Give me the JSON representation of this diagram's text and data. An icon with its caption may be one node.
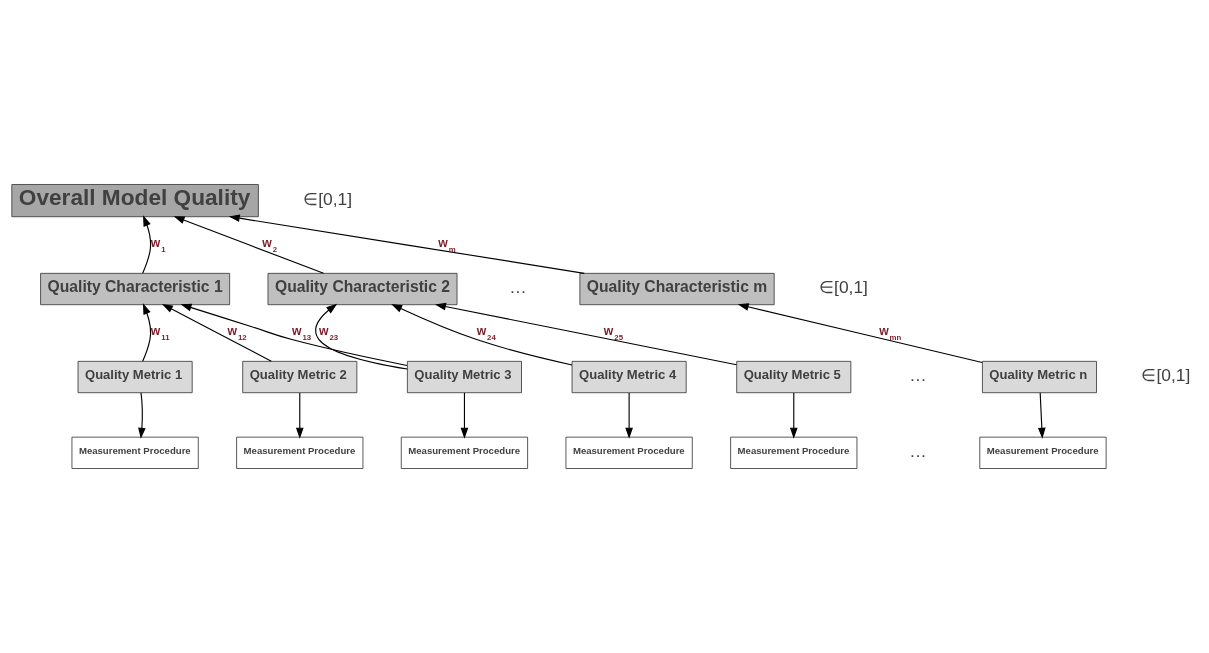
{
  "diagram": {
    "nodes": [
      {
        "text": [
          "Overall Model Quality"
        ]
      },
      {
        "text": [
          "Quality Characteristic 1"
        ]
      },
      {
        "text": [
          "Quality Characteristic 2"
        ]
      },
      {
        "text": [
          "Quality Characteristic m"
        ]
      },
      {
        "text": [
          "Quality Metric 1"
        ]
      },
      {
        "text": [
          "Quality Metric 2"
        ]
      },
      {
        "text": [
          "Quality Metric 3"
        ]
      },
      {
        "text": [
          "Quality Metric 4"
        ]
      },
      {
        "text": [
          "Quality Metric 5"
        ]
      },
      {
        "text": [
          "Quality Metric n"
        ]
      },
      {
        "text": [
          "Measurement Procedure"
        ]
      },
      {
        "text": [
          "Measurement Procedure"
        ]
      },
      {
        "text": [
          "Measurement Procedure"
        ]
      },
      {
        "text": [
          "Measurement Procedure"
        ]
      },
      {
        "text": [
          "Measurement Procedure"
        ]
      },
      {
        "text": [
          "Measurement Procedure"
        ]
      }
    ],
    "edges": [
      {
        "from": 1,
        "to": 0,
        "arrow": "to",
        "label": "w$_{1}$"
      },
      {
        "from": 2,
        "to": 0,
        "arrow": "to",
        "label": "w$_{2}$"
      },
      {
        "from": 3,
        "to": 0,
        "arrow": "to",
        "label": "w$_{m}$"
      },
      {
        "from": 4,
        "to": 1,
        "arrow": "to",
        "label": "w$_{11}$"
      },
      {
        "from": 5,
        "to": 1,
        "arrow": "to",
        "label": "w$_{12}$"
      },
      {
        "from": 6,
        "to": 1,
        "arrow": "to",
        "label": "w$_{13}$"
      },
      {
        "from": 6,
        "to": 2,
        "arrow": "to",
        "label": "w$_{23}$"
      },
      {
        "from": 7,
        "to": 2,
        "arrow": "to",
        "label": "w$_{24}$"
      },
      {
        "from": 8,
        "to": 2,
        "arrow": "to",
        "label": "w$_{25}$"
      },
      {
        "from": 9,
        "to": 3,
        "arrow": "to",
        "label": "w$_{mn}$"
      },
      {
        "from": 4,
        "to": 10,
        "arrow": "to"
      },
      {
        "from": 5,
        "to": 11,
        "arrow": "to"
      },
      {
        "from": 6,
        "to": 12,
        "arrow": "to"
      },
      {
        "from": 7,
        "to": 13,
        "arrow": "to"
      },
      {
        "from": 8,
        "to": 14,
        "arrow": "to"
      },
      {
        "from": 9,
        "to": 15,
        "arrow": "to"
      }
    ],
    "labels": [
      "∈[0,1]",
      "…",
      "∈[0,1]",
      "…",
      "∈[0,1]",
      "…"
    ]
  }
}
